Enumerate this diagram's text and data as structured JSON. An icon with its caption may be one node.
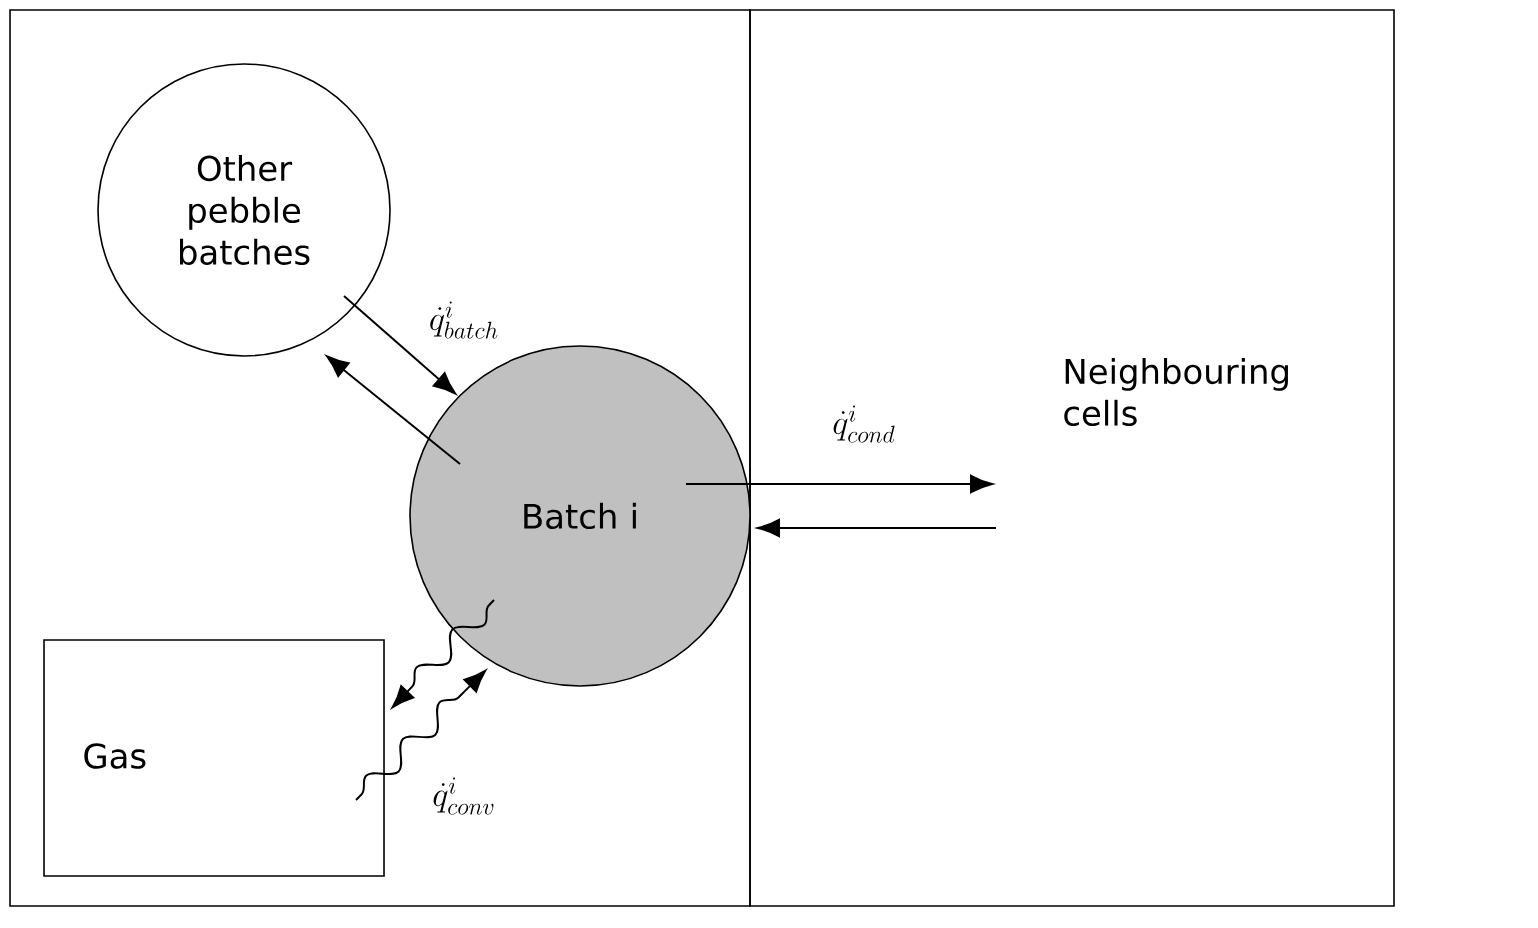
{
  "diagram": {
    "nodes": [
      {
        "text": [
          "Other pebble batches"
        ]
      },
      {
        "text": [
          "Batch i"
        ]
      },
      {
        "text": [
          "Neighbouring cells"
        ]
      },
      {
        "text": [
          "Gas"
        ]
      }
    ],
    "edges": [
      {
        "from": 1,
        "to": 0,
        "arrow": "to"
      },
      {
        "from": 0,
        "to": 1,
        "arrow": "to",
        "label": "\\dot{q}^{i}_{batch}"
      },
      {
        "from": 1,
        "to": 2,
        "arrow": "to",
        "label": "\\dot{q}^{i}_{cond}"
      },
      {
        "from": 2,
        "to": 1,
        "arrow": "to"
      },
      {
        "from": 1,
        "to": 3,
        "arrow": "to"
      },
      {
        "from": 3,
        "to": 1,
        "arrow": "to",
        "label": "\\dot{q}^{i}_{conv}"
      }
    ]
  }
}
